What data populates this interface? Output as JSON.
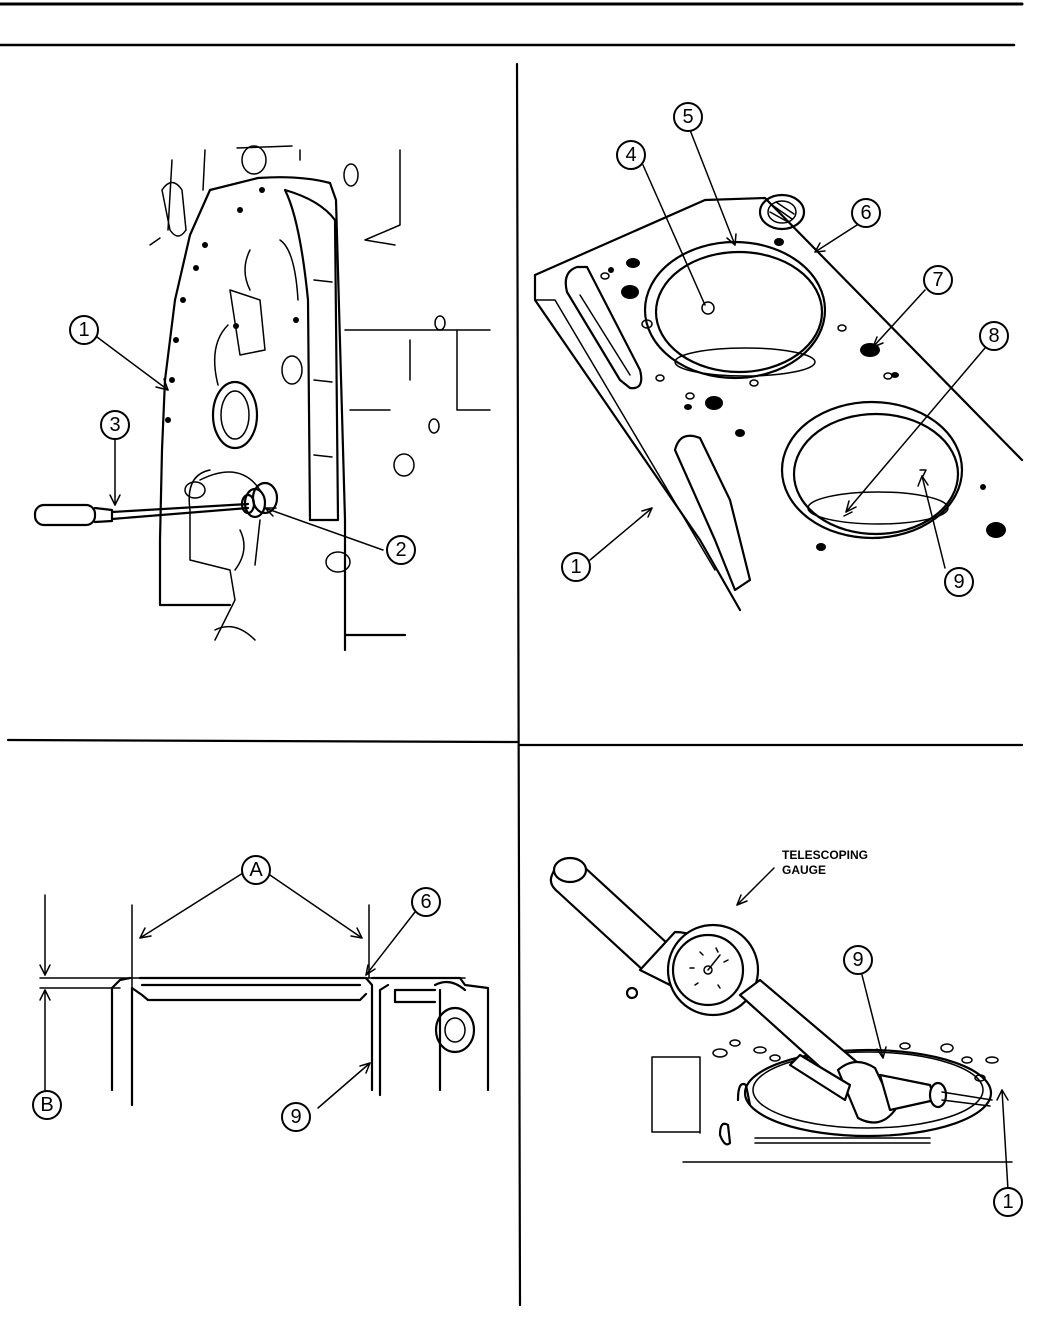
{
  "callouts": {
    "p1_1": "1",
    "p1_2": "2",
    "p1_3": "3",
    "p2_1": "1",
    "p2_4": "4",
    "p2_5": "5",
    "p2_6": "6",
    "p2_7": "7",
    "p2_8": "8",
    "p2_9": "9",
    "p3_A": "A",
    "p3_B": "B",
    "p3_6": "6",
    "p3_9": "9",
    "p4_9": "9",
    "p4_1": "1"
  },
  "labels": {
    "telescoping_gauge_line1": "TELESCOPING",
    "telescoping_gauge_line2": "GAUGE"
  }
}
